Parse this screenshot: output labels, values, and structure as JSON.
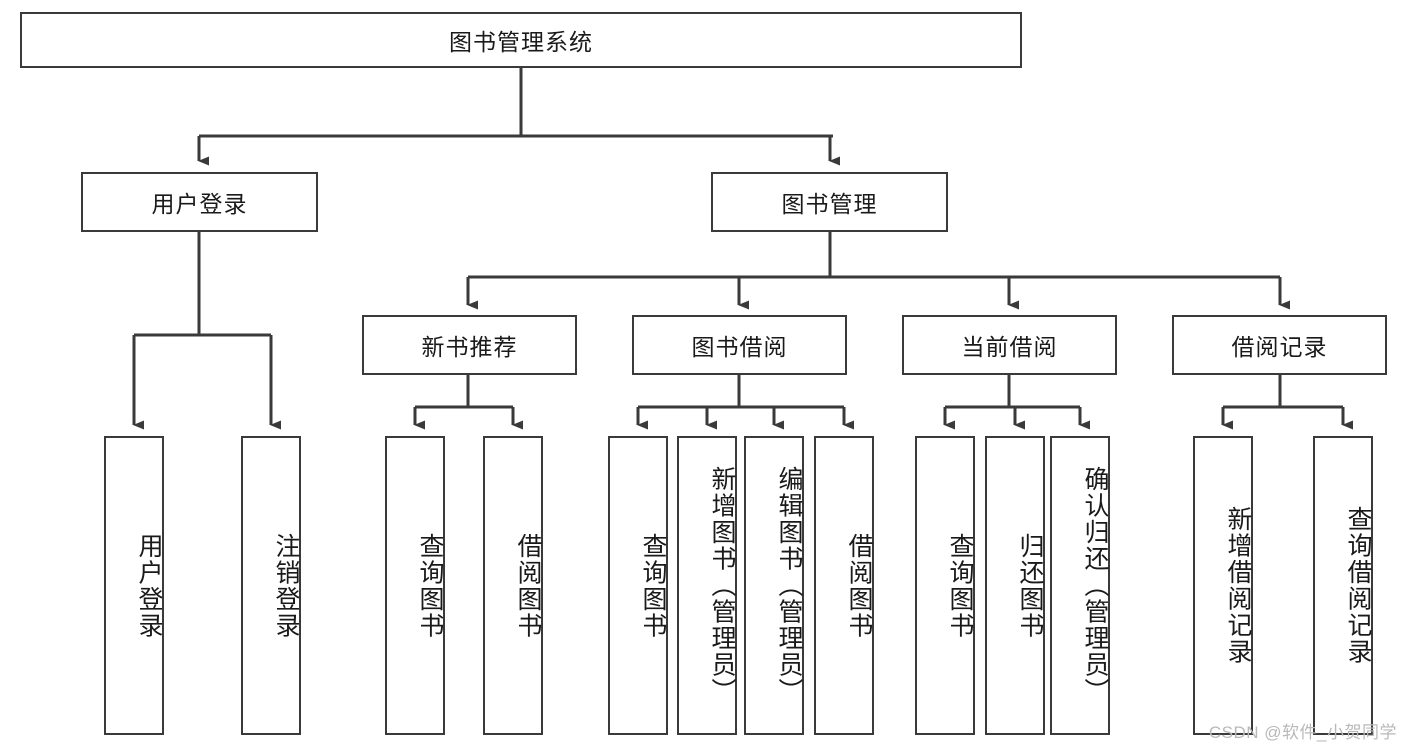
{
  "diagram": {
    "title": "图书管理系统",
    "type": "tree-hierarchy-diagram",
    "colors": {
      "node_border": "#3a3a3a",
      "node_fill": "#ffffff",
      "edge": "#3a3a3a",
      "text": "#1a1a1a",
      "watermark": "#b9b9b9",
      "background": "#ffffff"
    },
    "root": {
      "label": "图书管理系统"
    },
    "level2": [
      {
        "label": "用户登录"
      },
      {
        "label": "图书管理"
      }
    ],
    "level3": [
      {
        "label": "新书推荐"
      },
      {
        "label": "图书借阅"
      },
      {
        "label": "当前借阅"
      },
      {
        "label": "借阅记录"
      }
    ],
    "leaves": {
      "user_login": [
        {
          "label": "用户登录"
        },
        {
          "label": "注销登录"
        }
      ],
      "new_book_recommend": [
        {
          "label": "查询图书"
        },
        {
          "label": "借阅图书"
        }
      ],
      "book_borrow": [
        {
          "label": "查询图书"
        },
        {
          "label": "新增图书（管理员）"
        },
        {
          "label": "编辑图书（管理员）"
        },
        {
          "label": "借阅图书"
        }
      ],
      "current_borrow": [
        {
          "label": "查询图书"
        },
        {
          "label": "归还图书"
        },
        {
          "label": "确认归还（管理员）"
        }
      ],
      "borrow_record": [
        {
          "label": "新增借阅记录"
        },
        {
          "label": "查询借阅记录"
        }
      ]
    }
  },
  "watermark": {
    "text": "CSDN @软件_小贺同学"
  }
}
